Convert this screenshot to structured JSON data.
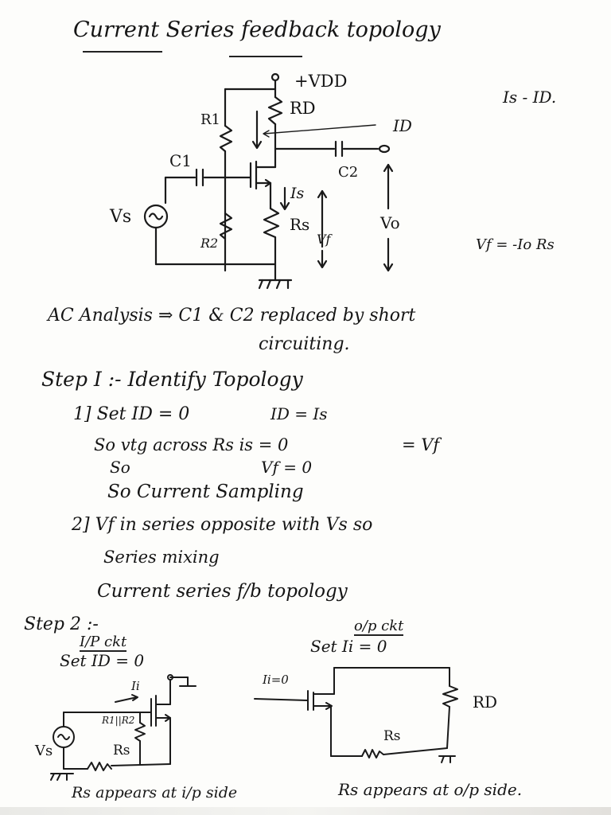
{
  "title": "Current Series feedback topology",
  "circuit": {
    "labels": {
      "vdd": "+VDD",
      "rd": "RD",
      "r1": "R1",
      "r2": "R2",
      "c1": "C1",
      "c2": "C2",
      "id": "ID",
      "is": "Is",
      "rs": "Rs",
      "vf": "Vf",
      "vs": "Vs",
      "vo": "Vo"
    }
  },
  "side_notes": {
    "relation": "Is - ID.",
    "vf_equation": "Vf = -Io Rs"
  },
  "ac_analysis": {
    "line1": "AC Analysis ⇒ C1 & C2 replaced by short",
    "line2": "circuiting."
  },
  "step1": {
    "heading": "Step I :-   Identify Topology",
    "item1": {
      "line1": "1] Set ID = 0",
      "line1_aside": "ID = Is",
      "line2": "So vtg across Rs is = 0",
      "line2_aside": "= Vf",
      "line3_left": "So",
      "line3_right": "Vf  =  0",
      "line4": "So Current Sampling"
    },
    "item2": {
      "line1": "2] Vf in series opposite with Vs so",
      "line2": "Series mixing",
      "line3": "Current series  f/b  topology"
    }
  },
  "step2": {
    "heading": "Step 2 :-",
    "input_circuit": {
      "title": "I/P ckt",
      "condition": "Set ID = 0",
      "labels": {
        "ii": "Ii",
        "r1r2": "R1||R2",
        "rs": "Rs",
        "vs": "Vs"
      },
      "caption": "Rs appears at i/p side"
    },
    "output_circuit": {
      "title": "o/p ckt",
      "condition": "Set Ii = 0",
      "labels": {
        "ii": "Ii=0",
        "rd": "RD",
        "rs": "Rs"
      },
      "caption": "Rs appears at o/p side."
    }
  }
}
